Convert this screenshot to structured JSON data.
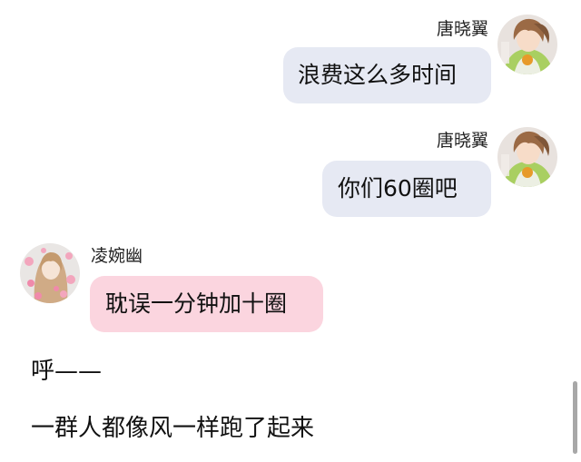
{
  "messages": [
    {
      "side": "right",
      "sender": "唐晓翼",
      "text": "浪费这么多时间",
      "bubble_color": "#e6e9f3",
      "avatar_icon": "green-character-avatar-icon"
    },
    {
      "side": "right",
      "sender": "唐晓翼",
      "text": "你们60圈吧",
      "bubble_color": "#e6e9f3",
      "avatar_icon": "green-character-avatar-icon"
    },
    {
      "side": "left",
      "sender": "凌婉幽",
      "text": "耽误一分钟加十圈",
      "bubble_color": "#fbd5df",
      "avatar_icon": "pink-flower-character-avatar-icon"
    }
  ],
  "narration": [
    "呼——",
    "一群人都像风一样跑了起来"
  ]
}
